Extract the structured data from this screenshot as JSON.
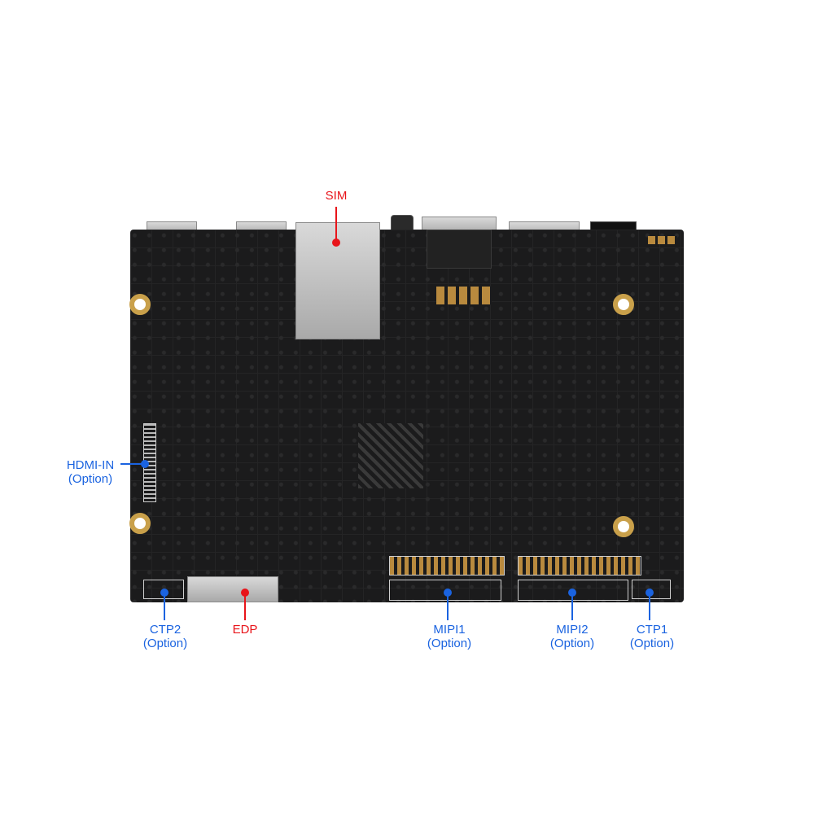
{
  "annotations": {
    "sim": {
      "label": "SIM",
      "color": "#e8141a"
    },
    "hdmi_in": {
      "label": "HDMI-IN",
      "sub": "(Option)",
      "color": "#1a63e0"
    },
    "ctp2": {
      "label": "CTP2",
      "sub": "(Option)",
      "color": "#1a63e0"
    },
    "edp": {
      "label": "EDP",
      "color": "#e8141a"
    },
    "mipi1": {
      "label": "MIPI1",
      "sub": "(Option)",
      "color": "#1a63e0"
    },
    "mipi2": {
      "label": "MIPI2",
      "sub": "(Option)",
      "color": "#1a63e0"
    },
    "ctp1": {
      "label": "CTP1",
      "sub": "(Option)",
      "color": "#1a63e0"
    }
  }
}
